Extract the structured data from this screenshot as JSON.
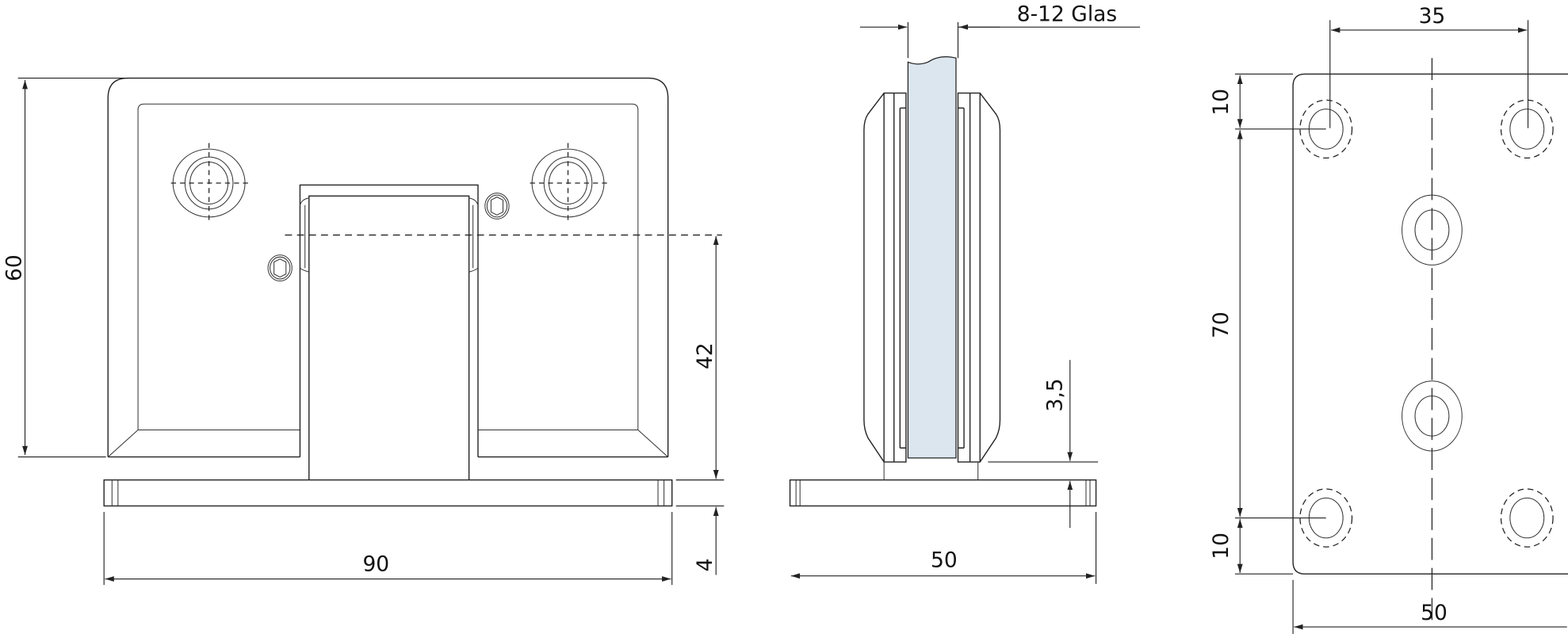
{
  "drawing": {
    "front_view": {
      "dim_height": "60",
      "dim_axis_height": "42",
      "dim_base_thickness": "4",
      "dim_width": "90"
    },
    "side_view": {
      "dim_glass": "8-12 Glas",
      "dim_gap": "3,5",
      "dim_width": "50",
      "glass_color": "#dce6ef"
    },
    "base_view": {
      "dim_hole_spacing_x": "35",
      "dim_top_offset": "10",
      "dim_hole_spacing_y": "70",
      "dim_bottom_offset": "10",
      "dim_width": "50"
    }
  }
}
